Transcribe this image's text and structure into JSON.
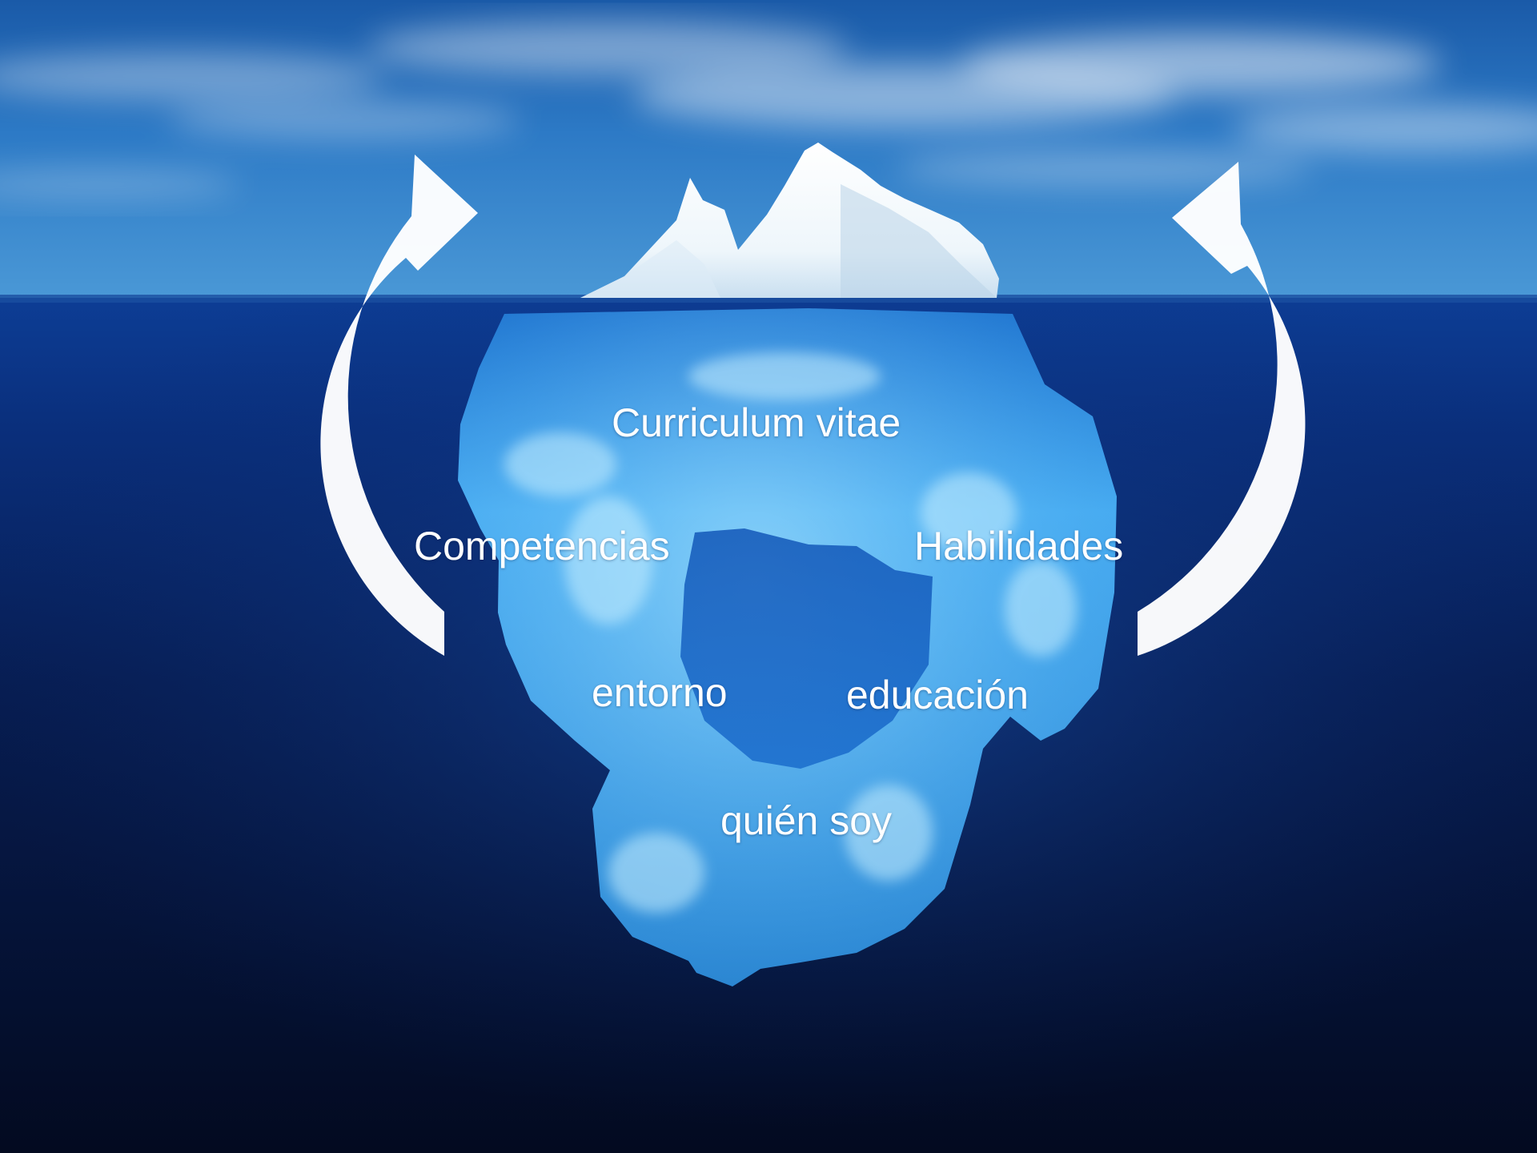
{
  "slide": {
    "labels": {
      "curriculum": "Curriculum vitae",
      "competencias": "Competencias",
      "habilidades": "Habilidades",
      "entorno": "entorno",
      "educacion": "educación",
      "quien_soy": "quién soy"
    }
  },
  "colors": {
    "sky_top": "#1c5fae",
    "sky_horizon": "#3f8fd0",
    "sea_surface": "#0d3c94",
    "sea_deep": "#040d26",
    "ice_above": "#f4f9fd",
    "ice_below": "#3fa6ea",
    "arrow": "#ffffff"
  },
  "icons": {
    "left_arrow": "curved-arrow-up-left-icon",
    "right_arrow": "curved-arrow-up-right-icon"
  }
}
